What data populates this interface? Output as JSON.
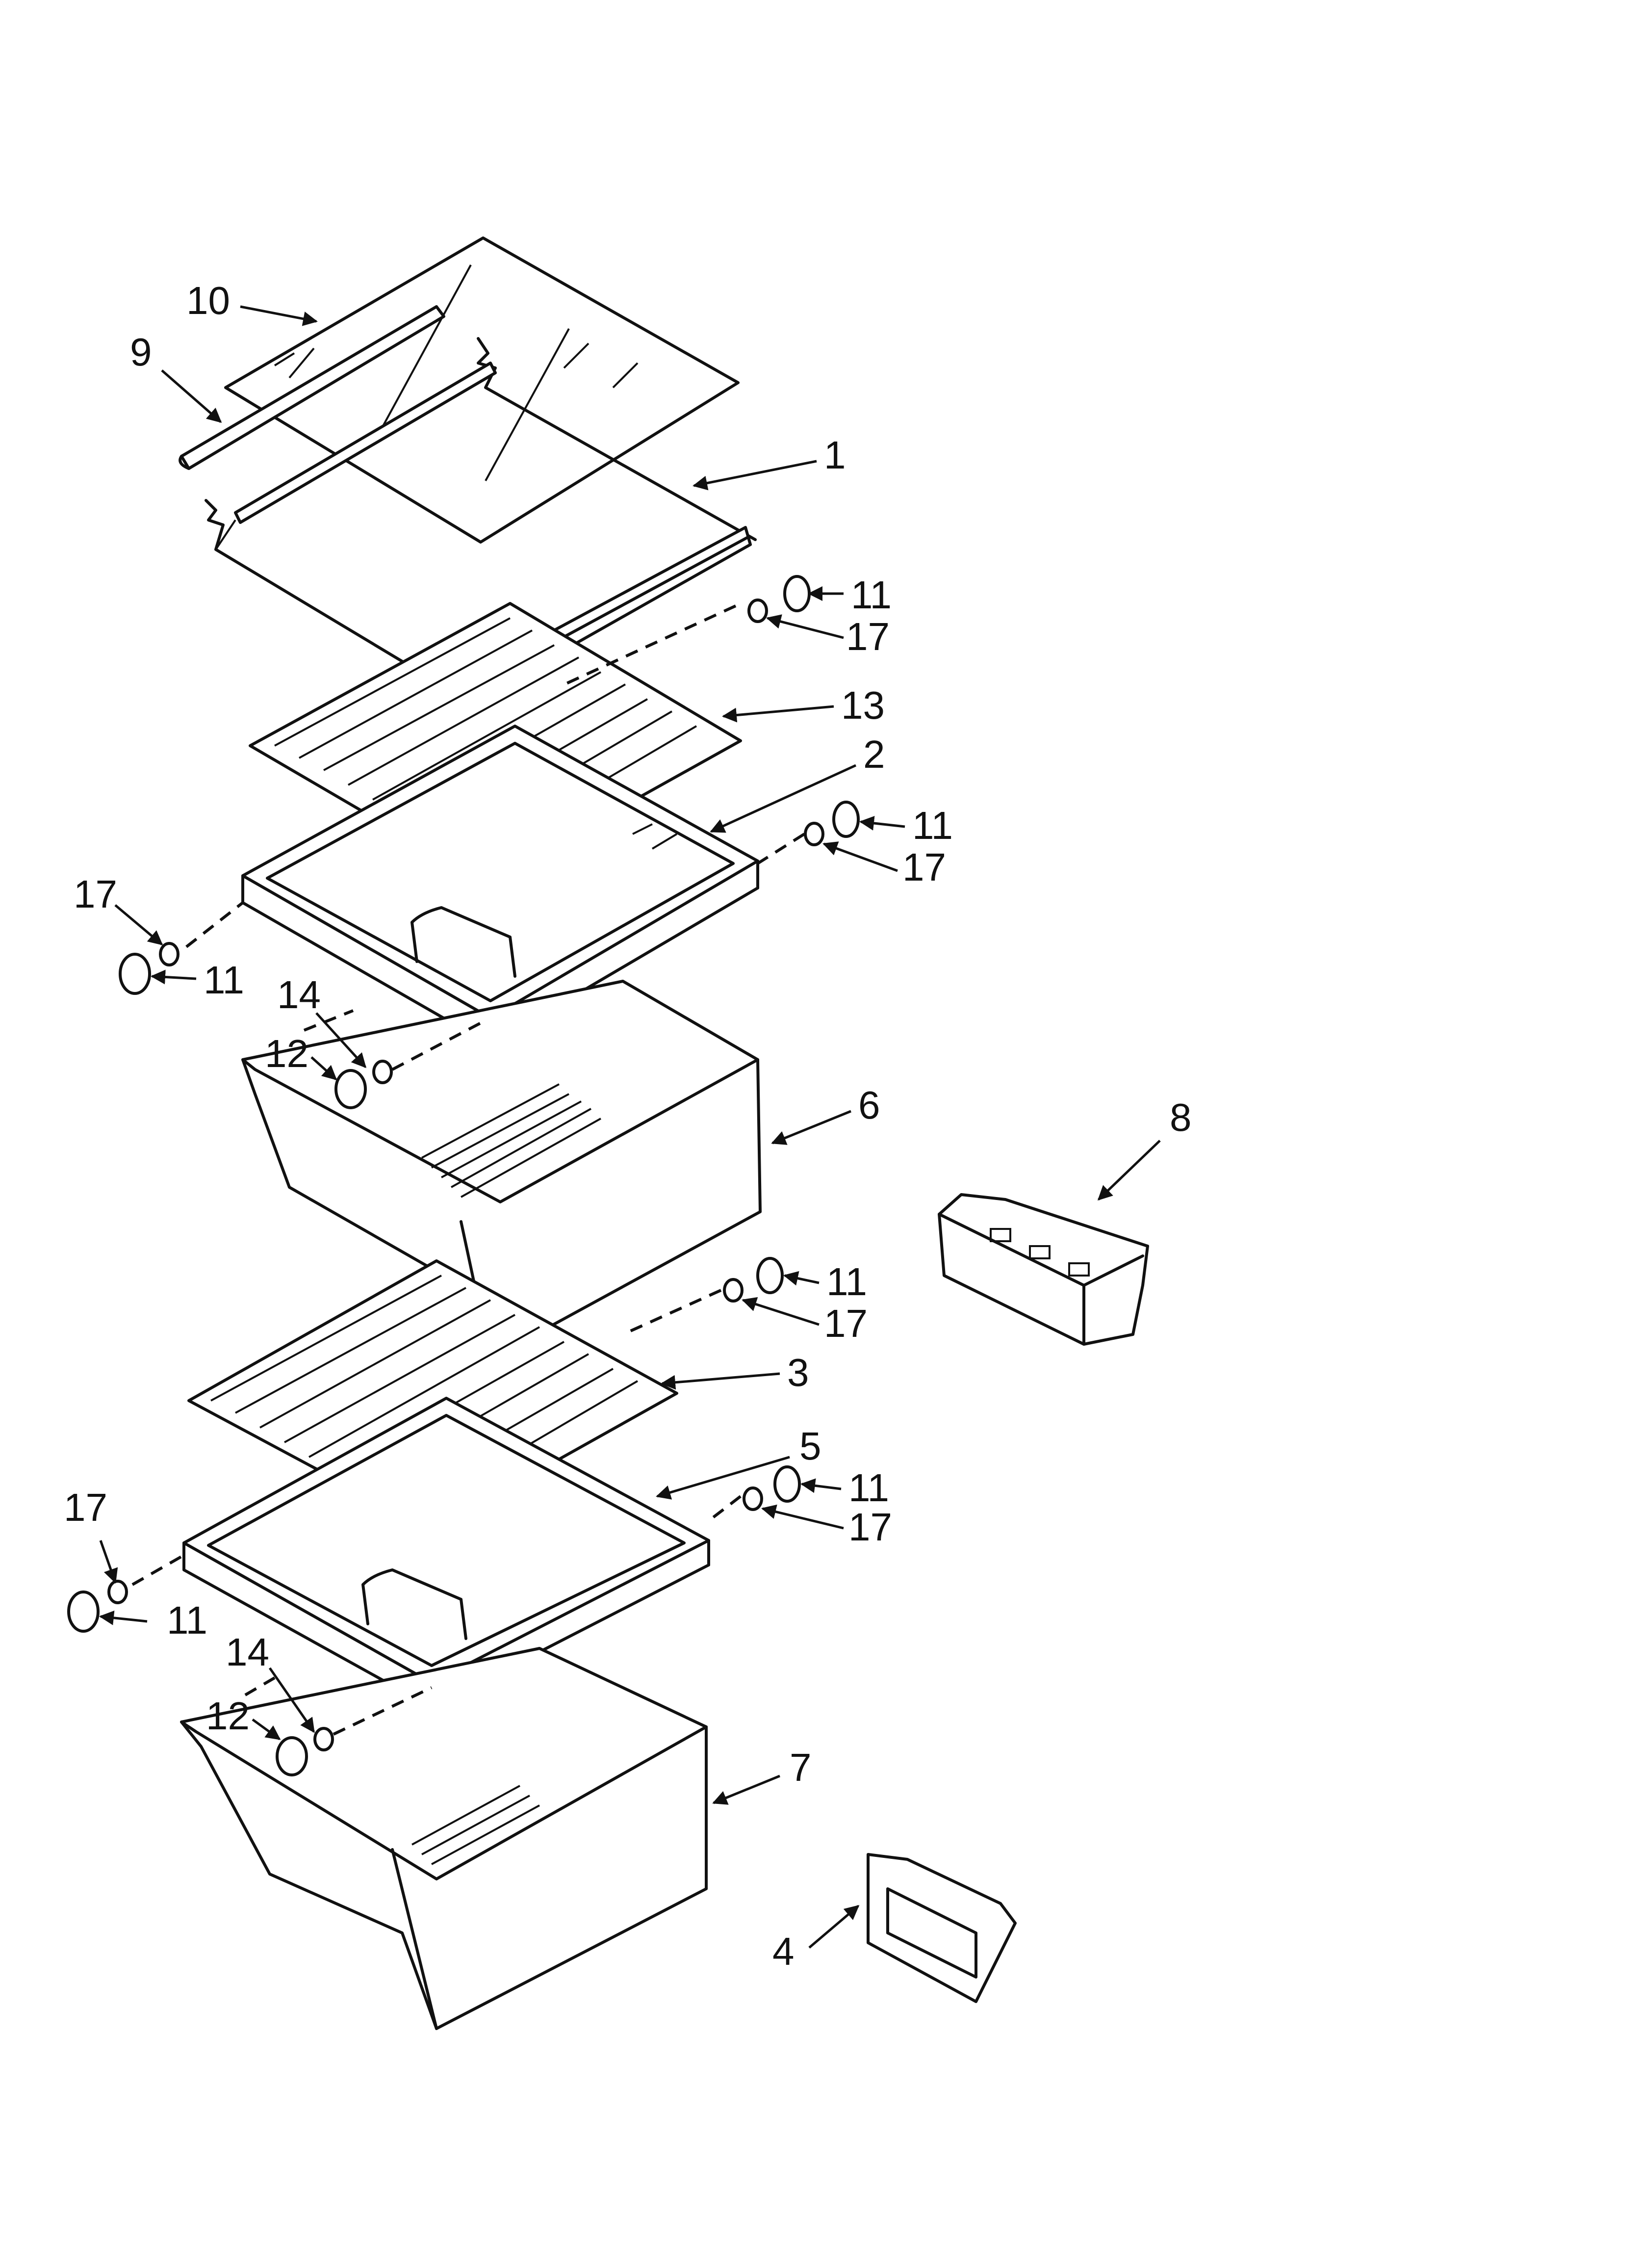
{
  "callouts": {
    "c1": "1",
    "c2": "2",
    "c3": "3",
    "c4": "4",
    "c5": "5",
    "c6": "6",
    "c7": "7",
    "c8": "8",
    "c9": "9",
    "c10": "10",
    "c11a": "11",
    "c11b": "11",
    "c11c": "11",
    "c11d": "11",
    "c11e": "11",
    "c11f": "11",
    "c12a": "12",
    "c12b": "12",
    "c13": "13",
    "c14a": "14",
    "c14b": "14",
    "c17a": "17",
    "c17b": "17",
    "c17c": "17",
    "c17d": "17",
    "c17e": "17",
    "c17f": "17"
  }
}
